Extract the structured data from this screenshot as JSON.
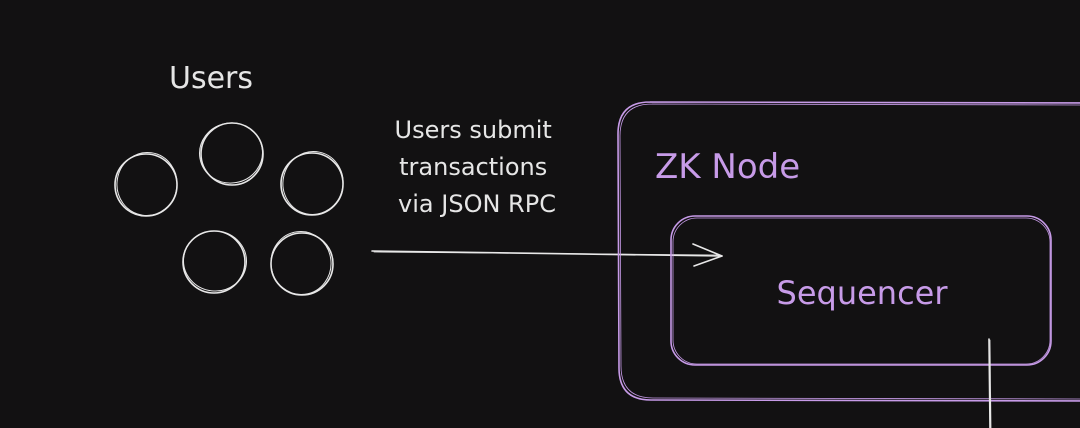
{
  "users_label": "Users",
  "arrow_label": [
    "Users submit",
    "transactions",
    "via JSON RPC"
  ],
  "zk_node_label": "ZK Node",
  "sequencer_label": "Sequencer",
  "colors": {
    "background": "#121112",
    "stroke": "#e8e8e8",
    "accent": "#c79be8"
  }
}
